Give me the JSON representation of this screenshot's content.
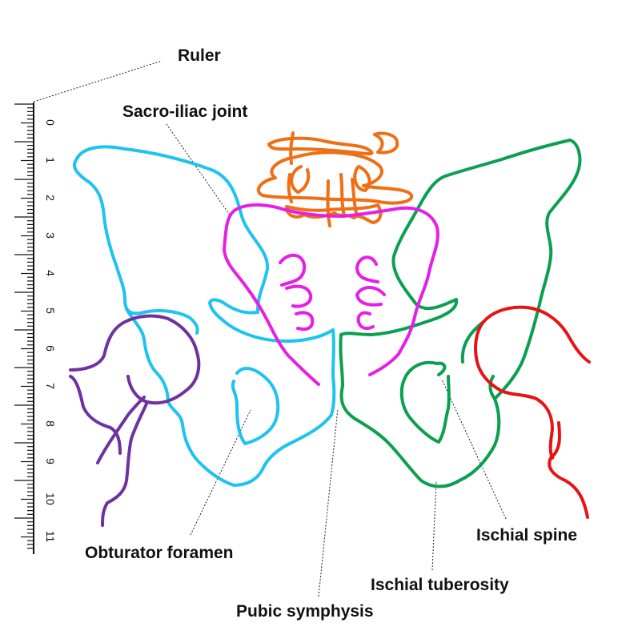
{
  "labels": {
    "ruler": "Ruler",
    "sacroiliac": "Sacro-iliac joint",
    "obturator": "Obturator foramen",
    "pubic": "Pubic symphysis",
    "ischial_tuberosity": "Ischial tuberosity",
    "ischial_spine": "Ischial spine"
  },
  "ruler": {
    "numbers": [
      "0",
      "1",
      "2",
      "3",
      "4",
      "5",
      "6",
      "7",
      "8",
      "9",
      "10",
      "11"
    ]
  },
  "colors": {
    "right_hip_bone": "#1ec3f0",
    "left_hip_bone": "#0aa050",
    "sacrum": "#e61ee6",
    "lumbar_vertebra": "#f06e14",
    "right_femur": "#6e32a0",
    "left_femur": "#e61414"
  }
}
